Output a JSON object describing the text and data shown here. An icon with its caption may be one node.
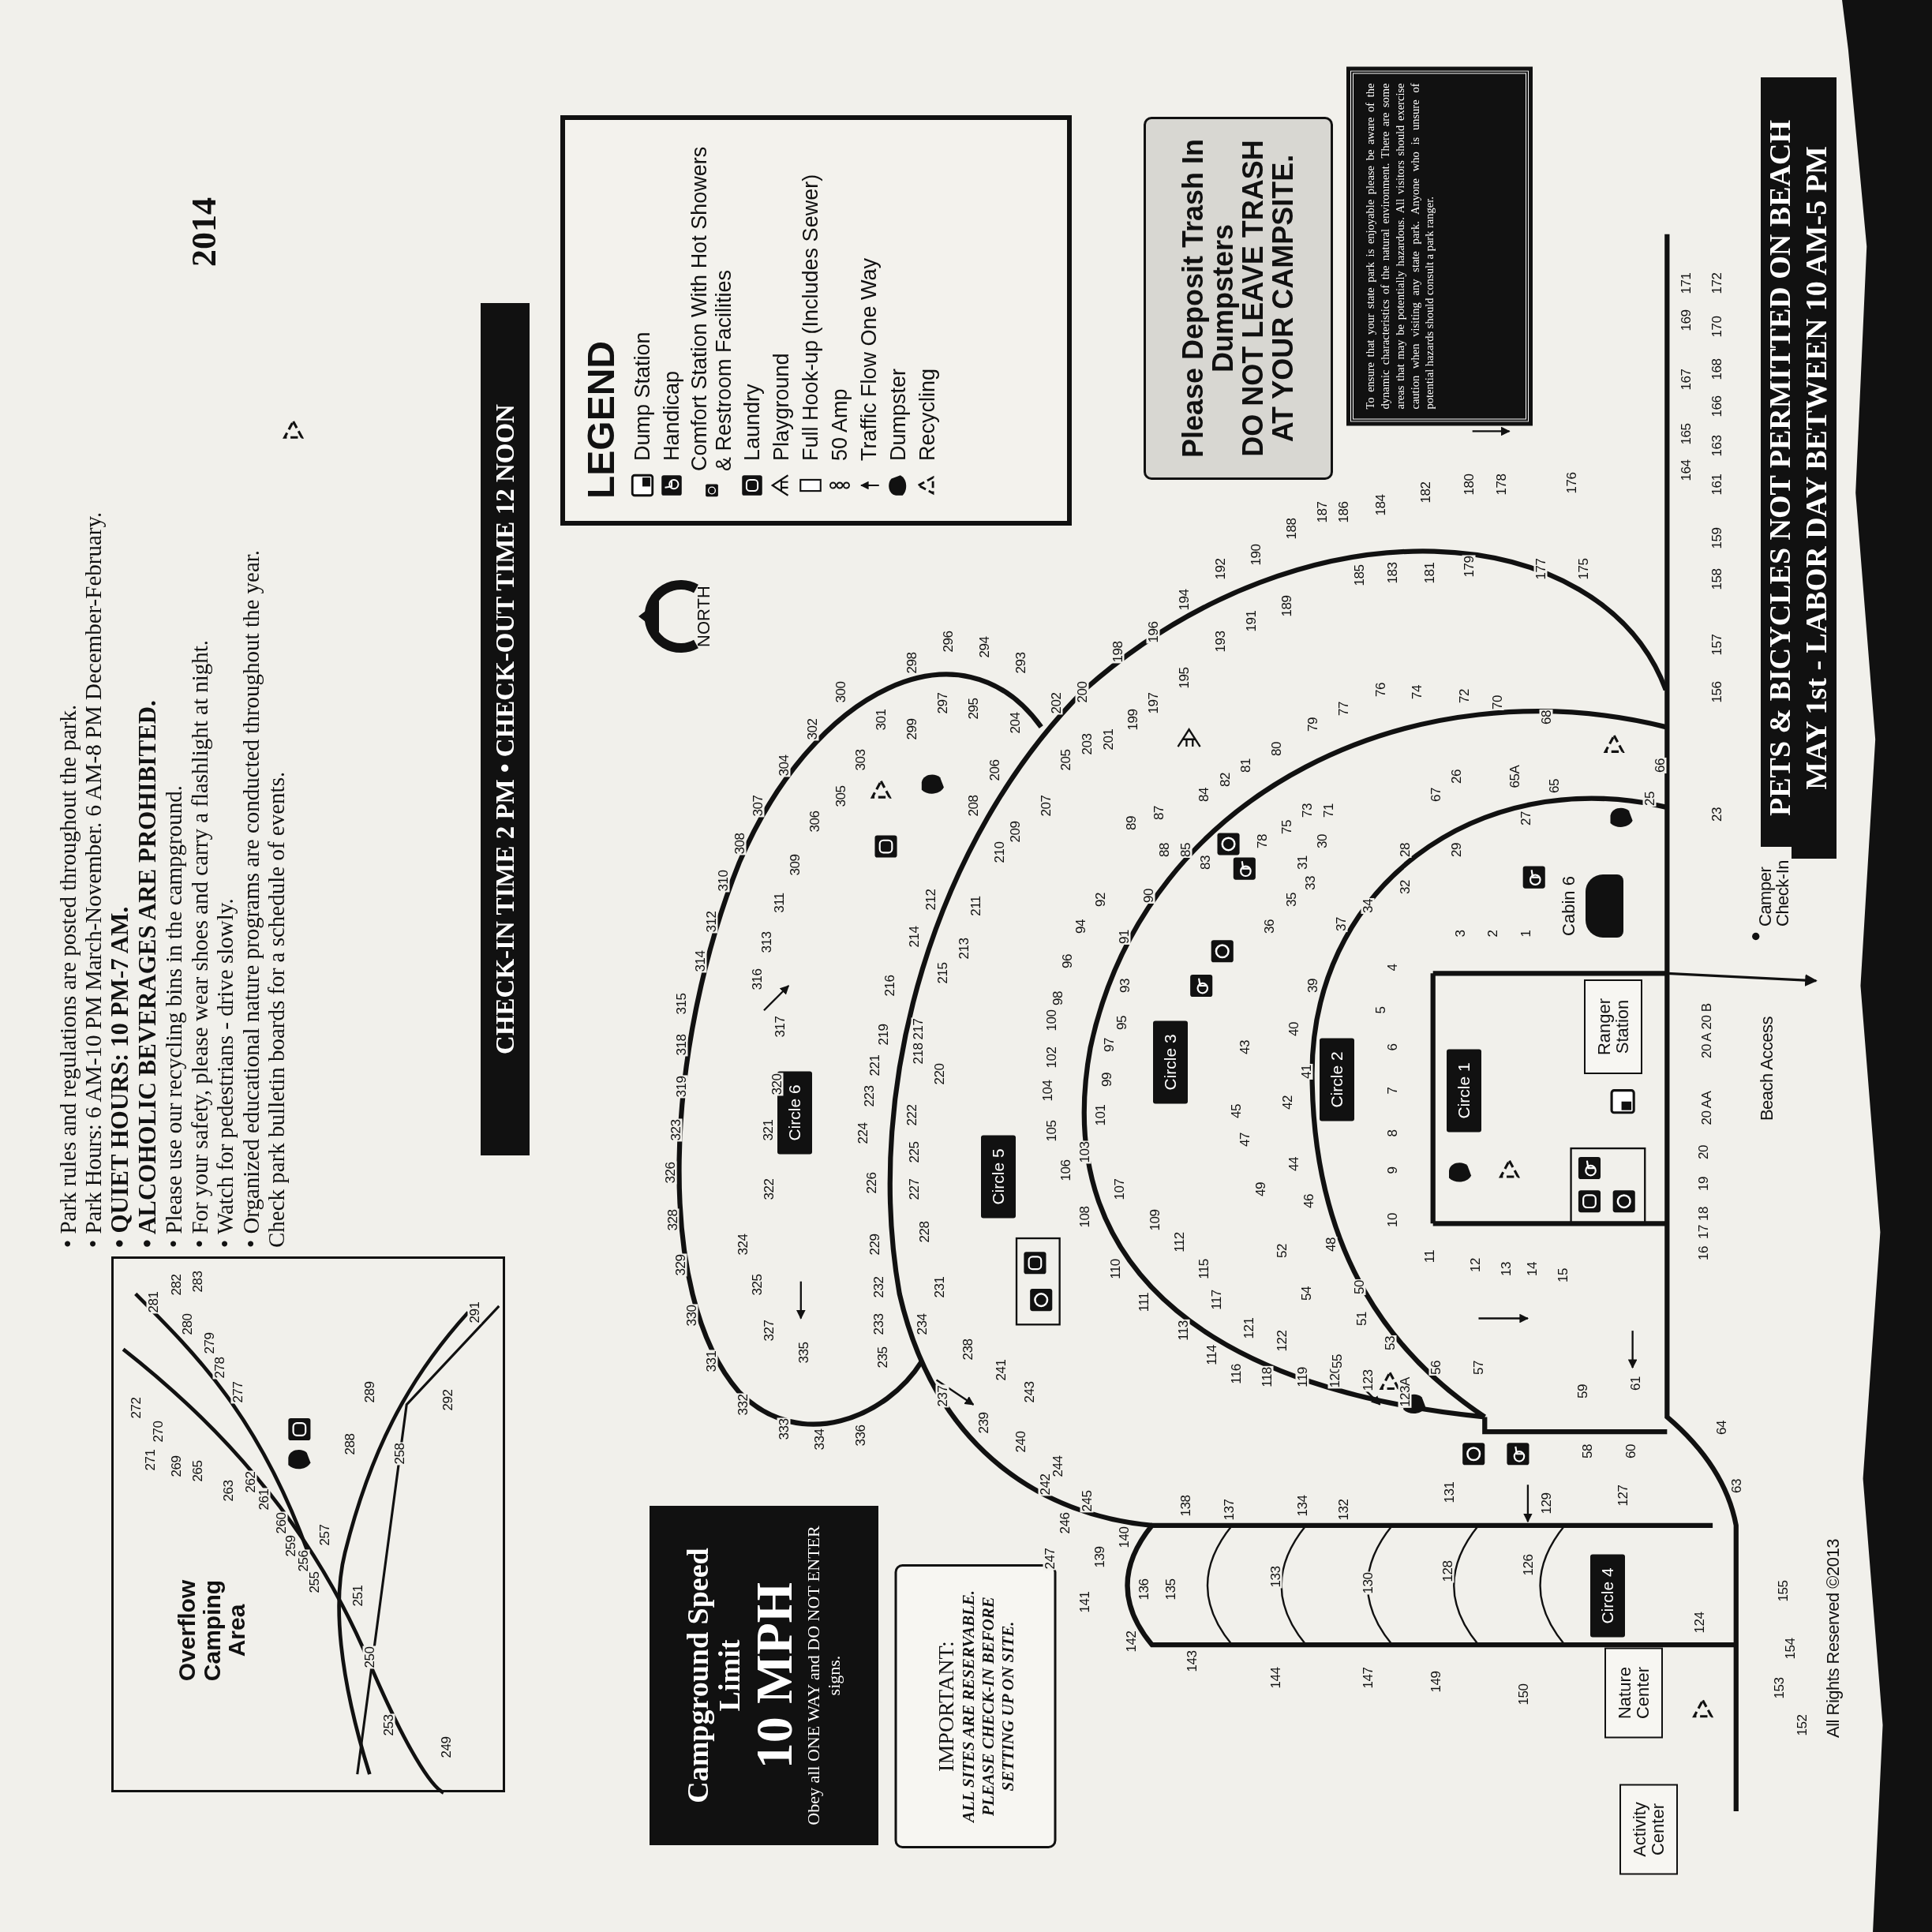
{
  "diagram": {
    "nodes": [
      {
        "text": [
          "Overflow Camping Area"
        ]
      },
      {
        "text": [
          "CHECK-IN TIME 2 PM • CHECK-OUT TIME 12 NOON"
        ]
      },
      {
        "text": [
          "Please Deposit Trash In Dumpsters",
          "DO NOT LEAVE TRASH AT YOUR CAMPSITE."
        ]
      },
      {
        "text": [
          "To ensure that your state park is enjoyable please be aware of the dynamic characteristics of the natural environment. There are some areas that may be potentially hazardous. All visitors should exercise caution when visiting any state park. Anyone who is unsure of potential hazards should consult a park ranger."
        ]
      },
      {
        "text": [
          "PETS & BICYCLES NOT PERMITTED ON BEACH",
          "MAY 1st - LABOR DAY BETWEEN 10 AM-5 PM"
        ]
      },
      {
        "text": [
          "Circle 6"
        ]
      },
      {
        "text": [
          "Circle 5"
        ]
      },
      {
        "text": [
          "Circle 3"
        ]
      },
      {
        "text": [
          "Circle 2"
        ]
      },
      {
        "text": [
          "Circle 1"
        ]
      },
      {
        "text": [
          "Circle 4"
        ]
      },
      {
        "text": [
          "Ranger Station"
        ]
      },
      {
        "text": [
          "Nature Center"
        ]
      },
      {
        "text": [
          "Activity Center"
        ]
      },
      {
        "text": [
          "Cabin 6"
        ]
      },
      {
        "text": [
          "Campground Speed Limit",
          "10 MPH",
          "Obey all ONE WAY and DO NOT ENTER signs."
        ]
      },
      {
        "text": [
          "IMPORTANT:",
          "ALL SITES ARE RESERVABLE. PLEASE CHECK-IN BEFORE SETTING UP ON SITE."
        ]
      },
      {
        "text": [
          "NORTH"
        ]
      }
    ],
    "labels": [
      "2014",
      "• Park rules and regulations are posted throughout the park.",
      "• Park Hours: 6 AM-10 PM March-November. 6 AM-8 PM December-February.",
      "• QUIET HOURS: 10 PM-7 AM.",
      "• ALCOHOLIC BEVERAGES ARE PROHIBITED.",
      "• Please use our recycling bins in the campground.",
      "• For your safety, please wear shoes and carry a flashlight at night.",
      "• Watch for pedestrians - drive slowly.",
      "• Organized educational nature programs are conducted throughout the year. Check park bulletin boards for a schedule of events.",
      "LEGEND",
      "272",
      "270",
      "271",
      "269",
      "265",
      "263",
      "262",
      "261",
      "260",
      "259",
      "256",
      "255",
      "253",
      "250",
      "251",
      "257",
      "249",
      "258",
      "288",
      "289",
      "292",
      "291",
      "277",
      "278",
      "279",
      "280",
      "281",
      "282",
      "283",
      "300",
      "302",
      "304",
      "307",
      "308",
      "310",
      "312",
      "314",
      "315",
      "318",
      "319",
      "323",
      "326",
      "328",
      "329",
      "330",
      "331",
      "332",
      "333",
      "334",
      "336",
      "303",
      "305",
      "306",
      "309",
      "311",
      "313",
      "316",
      "317",
      "320",
      "321",
      "322",
      "324",
      "325",
      "327",
      "335",
      "301",
      "299",
      "297",
      "295",
      "298",
      "296",
      "294",
      "293",
      "202",
      "204",
      "206",
      "208",
      "205",
      "207",
      "209",
      "210",
      "200",
      "203",
      "201",
      "198",
      "199",
      "197",
      "196",
      "195",
      "194",
      "193",
      "192",
      "191",
      "190",
      "189",
      "188",
      "187",
      "186",
      "185",
      "184",
      "183",
      "182",
      "181",
      "180",
      "179",
      "178",
      "177",
      "176",
      "175",
      "212",
      "211",
      "213",
      "214",
      "215",
      "216",
      "217",
      "218",
      "219",
      "221",
      "220",
      "222",
      "223",
      "224",
      "225",
      "226",
      "227",
      "228",
      "229",
      "232",
      "231",
      "233",
      "234",
      "235",
      "237",
      "238",
      "239",
      "241",
      "243",
      "240",
      "242",
      "244",
      "245",
      "246",
      "247",
      "139",
      "140",
      "141",
      "142",
      "143",
      "136",
      "135",
      "138",
      "137",
      "133",
      "144",
      "134",
      "132",
      "130",
      "147",
      "131",
      "128",
      "149",
      "129",
      "126",
      "150",
      "127",
      "124",
      "155",
      "154",
      "153",
      "152",
      "80",
      "81",
      "82",
      "84",
      "87",
      "89",
      "85",
      "83",
      "88",
      "92",
      "90",
      "94",
      "91",
      "96",
      "93",
      "98",
      "95",
      "100",
      "97",
      "102",
      "99",
      "104",
      "101",
      "105",
      "103",
      "106",
      "107",
      "108",
      "109",
      "112",
      "110",
      "115",
      "111",
      "117",
      "113",
      "121",
      "114",
      "122",
      "116",
      "118",
      "119",
      "120",
      "123",
      "123A",
      "79",
      "77",
      "76",
      "74",
      "72",
      "70",
      "68",
      "78",
      "75",
      "73",
      "71",
      "30",
      "31",
      "26",
      "67",
      "65A",
      "65",
      "27",
      "28",
      "29",
      "32",
      "34",
      "33",
      "35",
      "36",
      "37",
      "39",
      "40",
      "41",
      "42",
      "43",
      "44",
      "45",
      "46",
      "47",
      "48",
      "49",
      "50",
      "51",
      "52",
      "53",
      "54",
      "55",
      "56",
      "57",
      "3",
      "2",
      "1",
      "4",
      "5",
      "6",
      "7",
      "8",
      "9",
      "10",
      "11",
      "12",
      "13",
      "14",
      "15",
      "58",
      "59",
      "60",
      "61",
      "64",
      "63",
      "16",
      "17",
      "18",
      "19",
      "20",
      "20 AA",
      "20 A",
      "20 B",
      "23",
      "25",
      "66",
      "156",
      "157",
      "158",
      "159",
      "161",
      "163",
      "166",
      "168",
      "170",
      "172",
      "164",
      "165",
      "167",
      "169",
      "171",
      "Beach Access",
      "Camper Check-In",
      "All Rights Reserved ©2013"
    ],
    "legend": [
      {
        "text": "Dump Station"
      },
      {
        "text": "Handicap"
      },
      {
        "text": "Comfort Station With Hot Showers & Restroom Facilities"
      },
      {
        "text": "Laundry"
      },
      {
        "text": "Playground"
      },
      {
        "text": "Full Hook-up (Includes Sewer)"
      },
      {
        "text": "50 Amp"
      },
      {
        "text": "Traffic Flow One Way"
      },
      {
        "text": "Dumpster"
      },
      {
        "text": "Recycling"
      }
    ]
  }
}
